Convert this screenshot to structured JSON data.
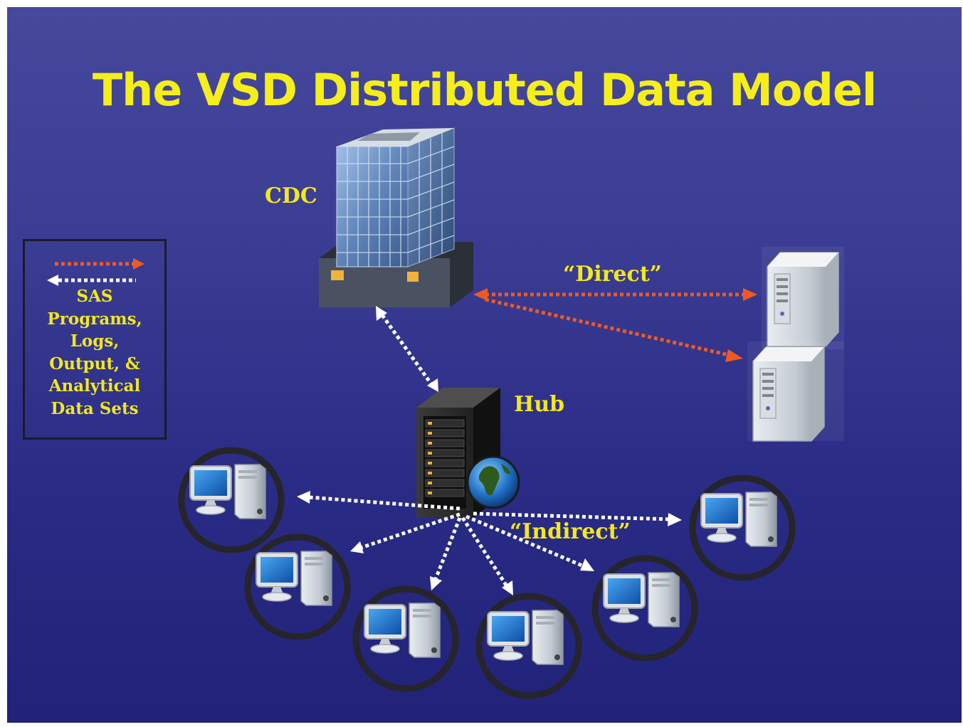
{
  "slide": {
    "title": "The VSD Distributed Data Model",
    "nodes": {
      "cdc_label": "CDC",
      "hub_label": "Hub"
    },
    "connections": {
      "direct_label": "“Direct”",
      "indirect_label": "“Indirect”"
    },
    "legend": {
      "lines": [
        "SAS",
        "Programs,",
        "Logs,",
        "Output, &",
        "Analytical",
        "Data Sets"
      ]
    },
    "colors": {
      "title": "#f5ee1a",
      "label": "#f2e81c",
      "orange_arrow": "#ee5a24",
      "white_arrow": "#ffffff",
      "background_top": "#46489c",
      "background_bottom": "#212278"
    },
    "icons": [
      "office-building-icon",
      "server-rack-icon",
      "globe-icon",
      "server-tower-icon",
      "desktop-computer-icon"
    ]
  }
}
